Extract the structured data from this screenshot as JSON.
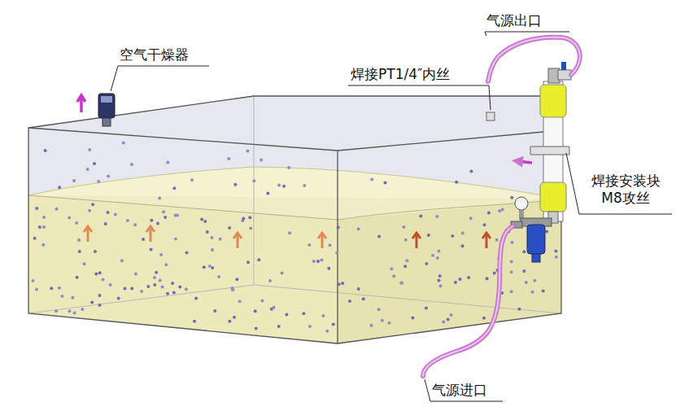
{
  "diagram": {
    "labels": [
      "空气干燥器",
      "气源出口",
      "焊接PT1/4″内丝",
      "焊接安装块 M8攻丝",
      "气源进口"
    ]
  }
}
